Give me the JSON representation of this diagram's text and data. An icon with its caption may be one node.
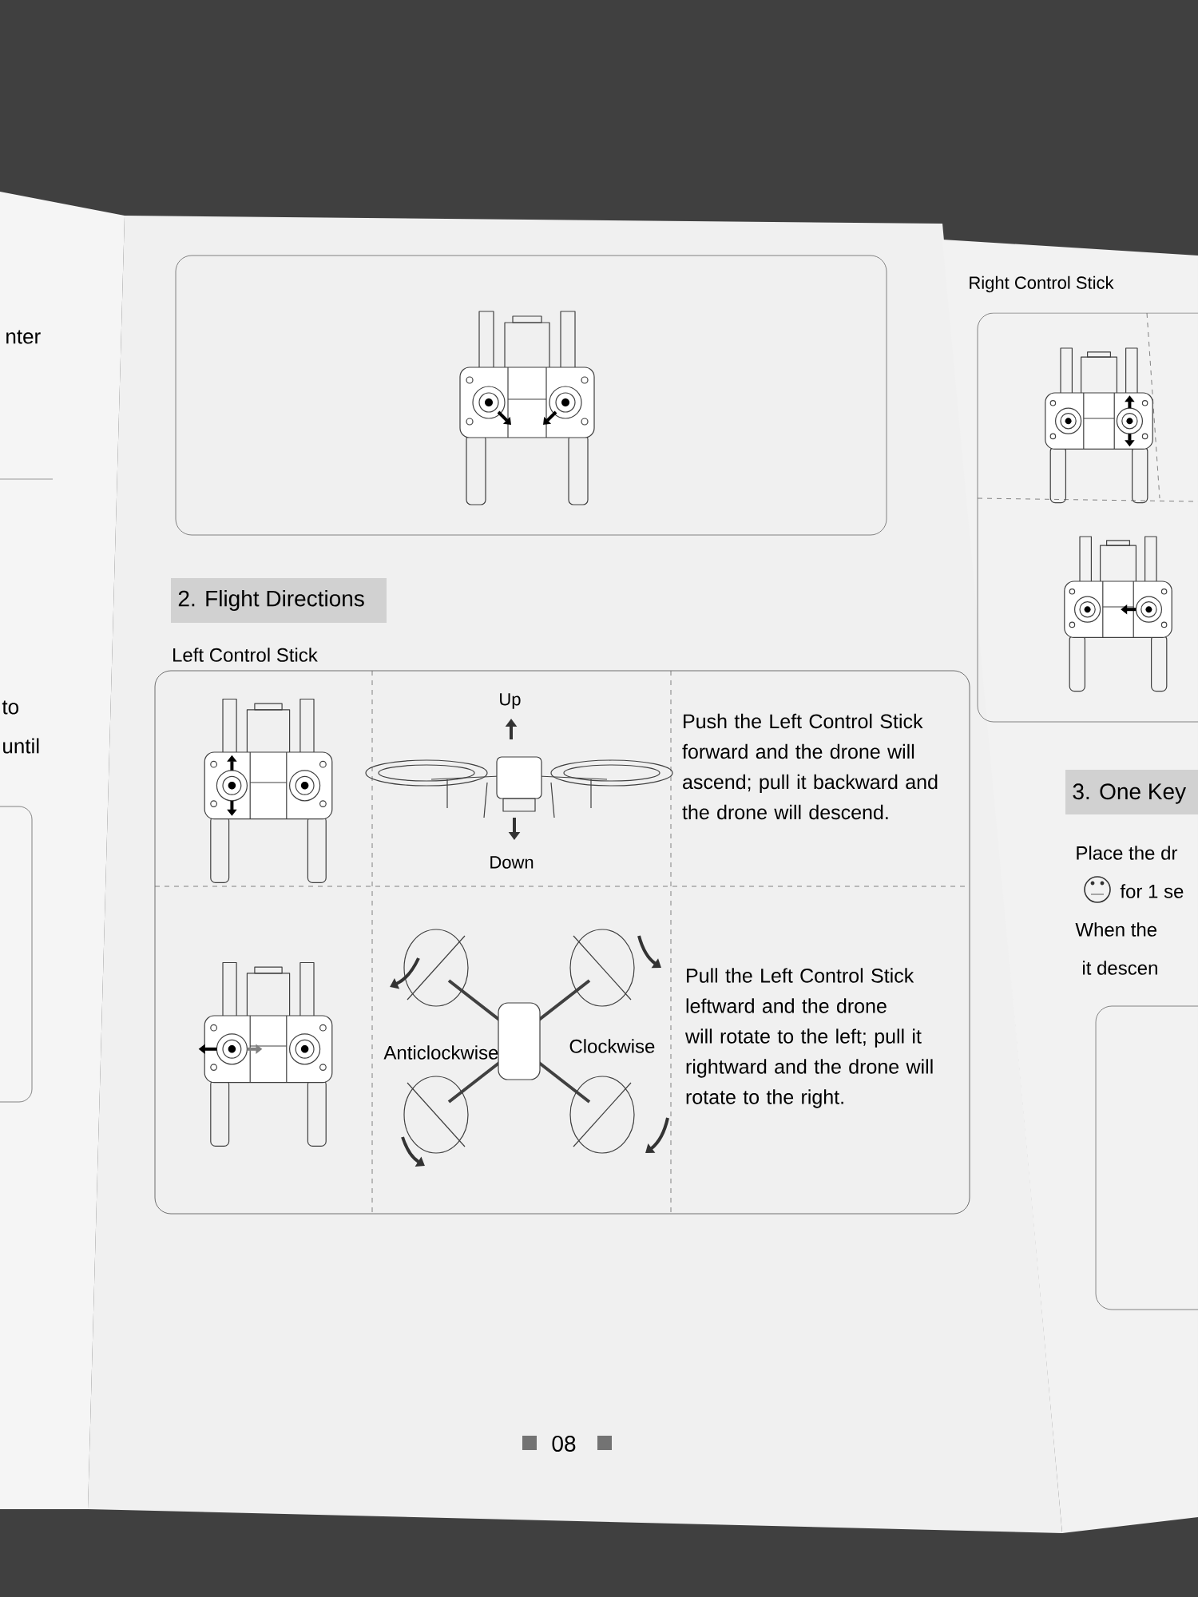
{
  "diagram": {
    "nodes": [
      {
        "text": [
          "Left Control Stick"
        ]
      },
      {
        "text": [
          "Push the Left Control Stick forward and the drone will ascend; pull it backward and the drone will descend."
        ],
        "in": 0
      },
      {
        "text": [
          "Pull the Left Control Stick leftward and the drone will rotate to the left; pull it rightward and the drone will rotate to the right."
        ],
        "in": 0
      }
    ],
    "labels": [
      "nter",
      "to",
      "until",
      "2. Flight Directions",
      "Up",
      "Down",
      "Anticlockwise",
      "Clockwise",
      "08",
      "Right Control Stick",
      "3. One Key",
      "Place the dr",
      "for 1 se",
      "When the",
      "it descen"
    ]
  }
}
